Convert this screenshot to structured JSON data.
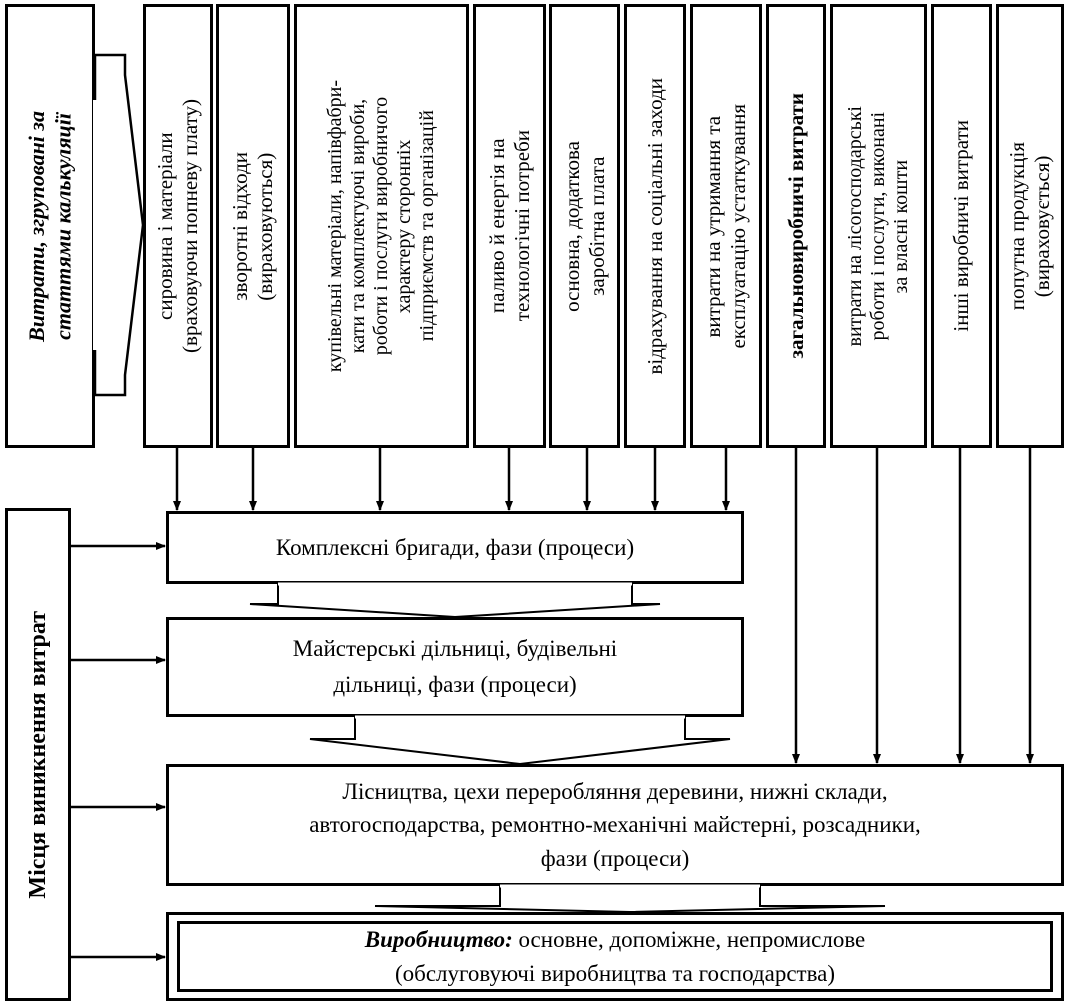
{
  "left_top_label": [
    "Витрати, згруповані за",
    "статтями калькуляції"
  ],
  "left_bottom_label": "Місця виникнення витрат",
  "cost_items": [
    [
      "сировина і матеріали",
      "(враховуючи попневу плату)"
    ],
    [
      "зворотні відходи",
      "(вираховуються)"
    ],
    [
      "купівельні матеріали, напівфабри-",
      "кати та комплектуючі вироби,",
      "роботи і послуги виробничого",
      "характеру сторонніх",
      "підприємств та організацій"
    ],
    [
      "паливо й енергія на",
      "технологічні потреби"
    ],
    [
      "основна, додаткова",
      "заробітна плата"
    ],
    [
      "відрахування на соціальні заходи"
    ],
    [
      "витрати на утримання та",
      "експлуатацію устаткування"
    ],
    [
      "загальновиробничі витрати"
    ],
    [
      "витрати на лісогосподарські",
      "роботи і послуги, виконані",
      "за власні кошти"
    ],
    [
      "інші виробничі витрати"
    ],
    [
      "попутна продукція",
      "(вираховується)"
    ]
  ],
  "levels": [
    [
      "Комплексні бригади, фази (процеси)"
    ],
    [
      "Майстерські дільниці, будівельні",
      "дільниці, фази (процеси)"
    ],
    [
      "Лісництва, цехи переробляння деревини, нижні склади,",
      "автогосподарства, ремонтно-механічні майстерні, розсадники,",
      "фази (процеси)"
    ]
  ],
  "production": {
    "title": "Виробництво:",
    "line1_rest": " основне, допоміжне, непромислове",
    "line2": "(обслуговуючі виробництва та господарства)"
  }
}
